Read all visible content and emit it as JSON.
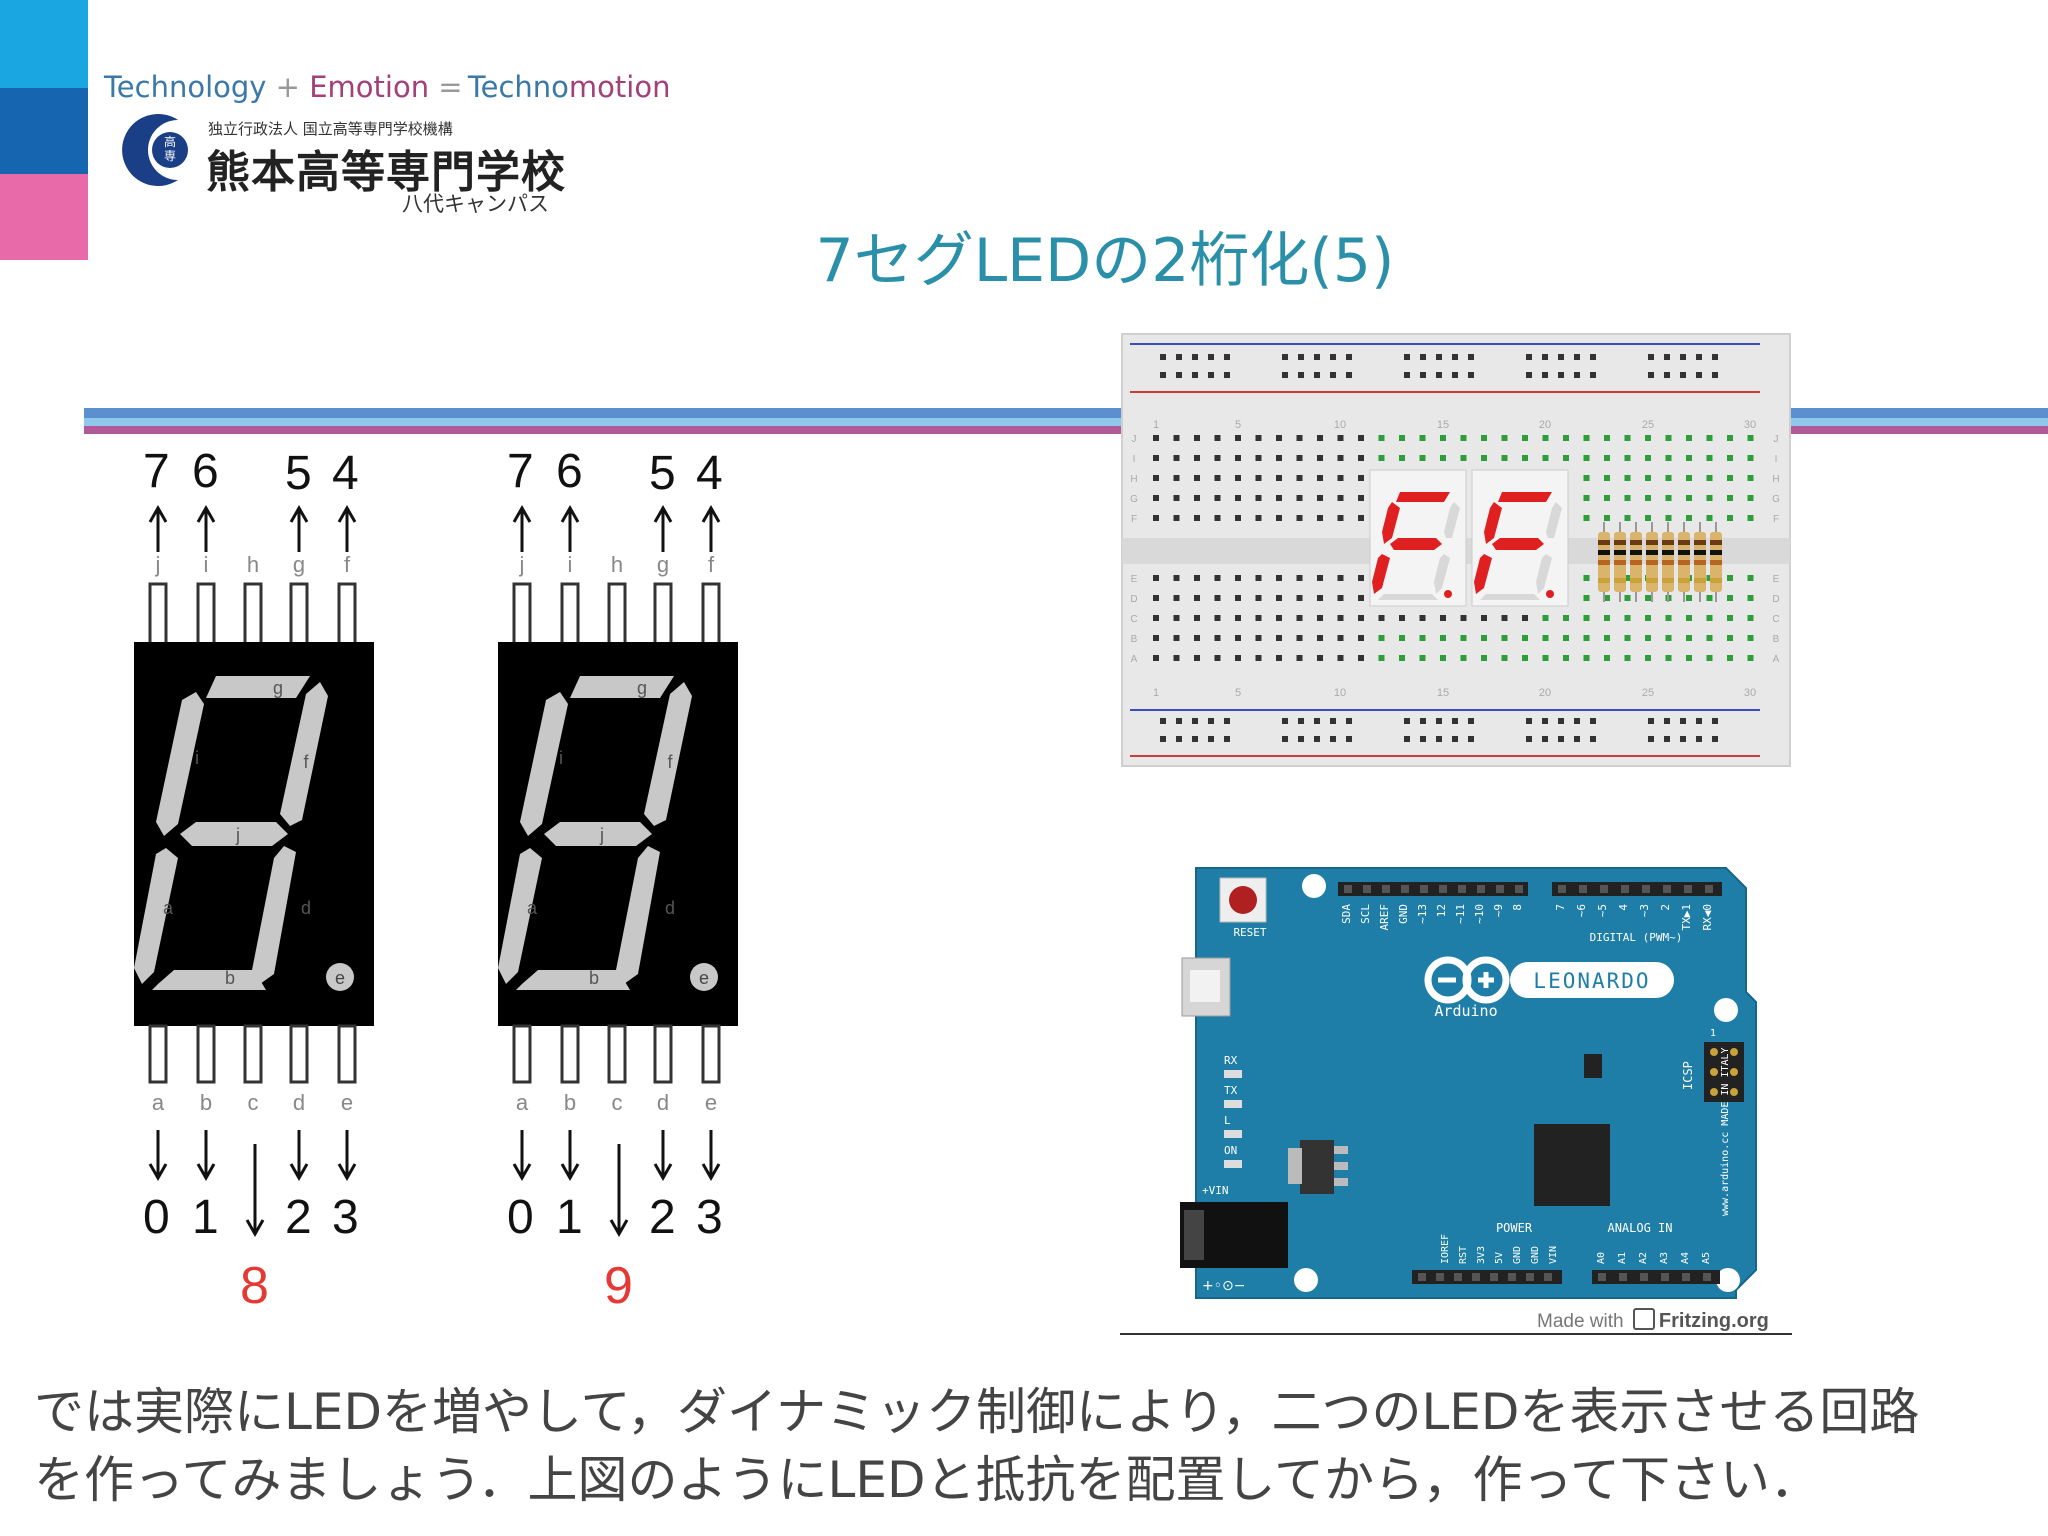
{
  "header": {
    "tagline": {
      "word1": "Technology",
      "op1": "+",
      "word2": "Emotion",
      "op2": "=",
      "word3a": "Techno",
      "word3b": "motion"
    },
    "school_org": "独立行政法人 国立高等専門学校機構",
    "school_name": "熊本高等専門学校",
    "campus": "八代キャンパス",
    "logo_char": "高専"
  },
  "title": "7セグLEDの2桁化(5)",
  "digits": [
    {
      "top_pins": [
        "7",
        "6",
        "5",
        "4"
      ],
      "top_labels": [
        "j",
        "i",
        "h",
        "g",
        "f"
      ],
      "segments": [
        "g",
        "i",
        "f",
        "j",
        "a",
        "d",
        "b",
        "e"
      ],
      "bottom_labels": [
        "a",
        "b",
        "c",
        "d",
        "e"
      ],
      "bottom_pins": [
        "0",
        "1",
        "2",
        "3"
      ],
      "common_pin": "8"
    },
    {
      "top_pins": [
        "7",
        "6",
        "5",
        "4"
      ],
      "top_labels": [
        "j",
        "i",
        "h",
        "g",
        "f"
      ],
      "segments": [
        "g",
        "i",
        "f",
        "j",
        "a",
        "d",
        "b",
        "e"
      ],
      "bottom_labels": [
        "a",
        "b",
        "c",
        "d",
        "e"
      ],
      "bottom_pins": [
        "0",
        "1",
        "2",
        "3"
      ],
      "common_pin": "9"
    }
  ],
  "breadboard": {
    "col_numbers": [
      "1",
      "5",
      "10",
      "15",
      "20",
      "25",
      "30"
    ],
    "row_letters_top": [
      "J",
      "I",
      "H",
      "G",
      "F"
    ],
    "row_letters_bottom": [
      "E",
      "D",
      "C",
      "B",
      "A"
    ]
  },
  "arduino": {
    "model": "LEONARDO",
    "brand": "Arduino",
    "reset": "RESET",
    "digital": "DIGITAL (PWM~)",
    "top_pins": [
      "SDA",
      "SCL",
      "AREF",
      "GND",
      "~13",
      "12",
      "~11",
      "~10",
      "~9",
      "8",
      "7",
      "~6",
      "~5",
      "4",
      "~3",
      "2",
      "TX▶1",
      "RX◀0"
    ],
    "leds": [
      "RX",
      "TX",
      "L",
      "ON"
    ],
    "icsp": "ICSP",
    "vin": "+VIN",
    "power": "POWER",
    "analog": "ANALOG IN",
    "power_pins": [
      "IOREF",
      "RST",
      "3V3",
      "5V",
      "GND",
      "GND",
      "VIN"
    ],
    "analog_pins": [
      "A0",
      "A1",
      "A2",
      "A3",
      "A4",
      "A5"
    ],
    "made_in": "www.arduino.cc MADE IN ITALY",
    "icsp_pin": "1"
  },
  "credit": {
    "prefix": "Made with",
    "brand": "Fritzing.org"
  },
  "body_text": {
    "line1": "では実際にLEDを増やして，ダイナミック制御により，二つのLEDを表示させる回路",
    "line2": "を作ってみましょう．上図のようにLEDと抵抗を配置してから，作って下さい．"
  }
}
